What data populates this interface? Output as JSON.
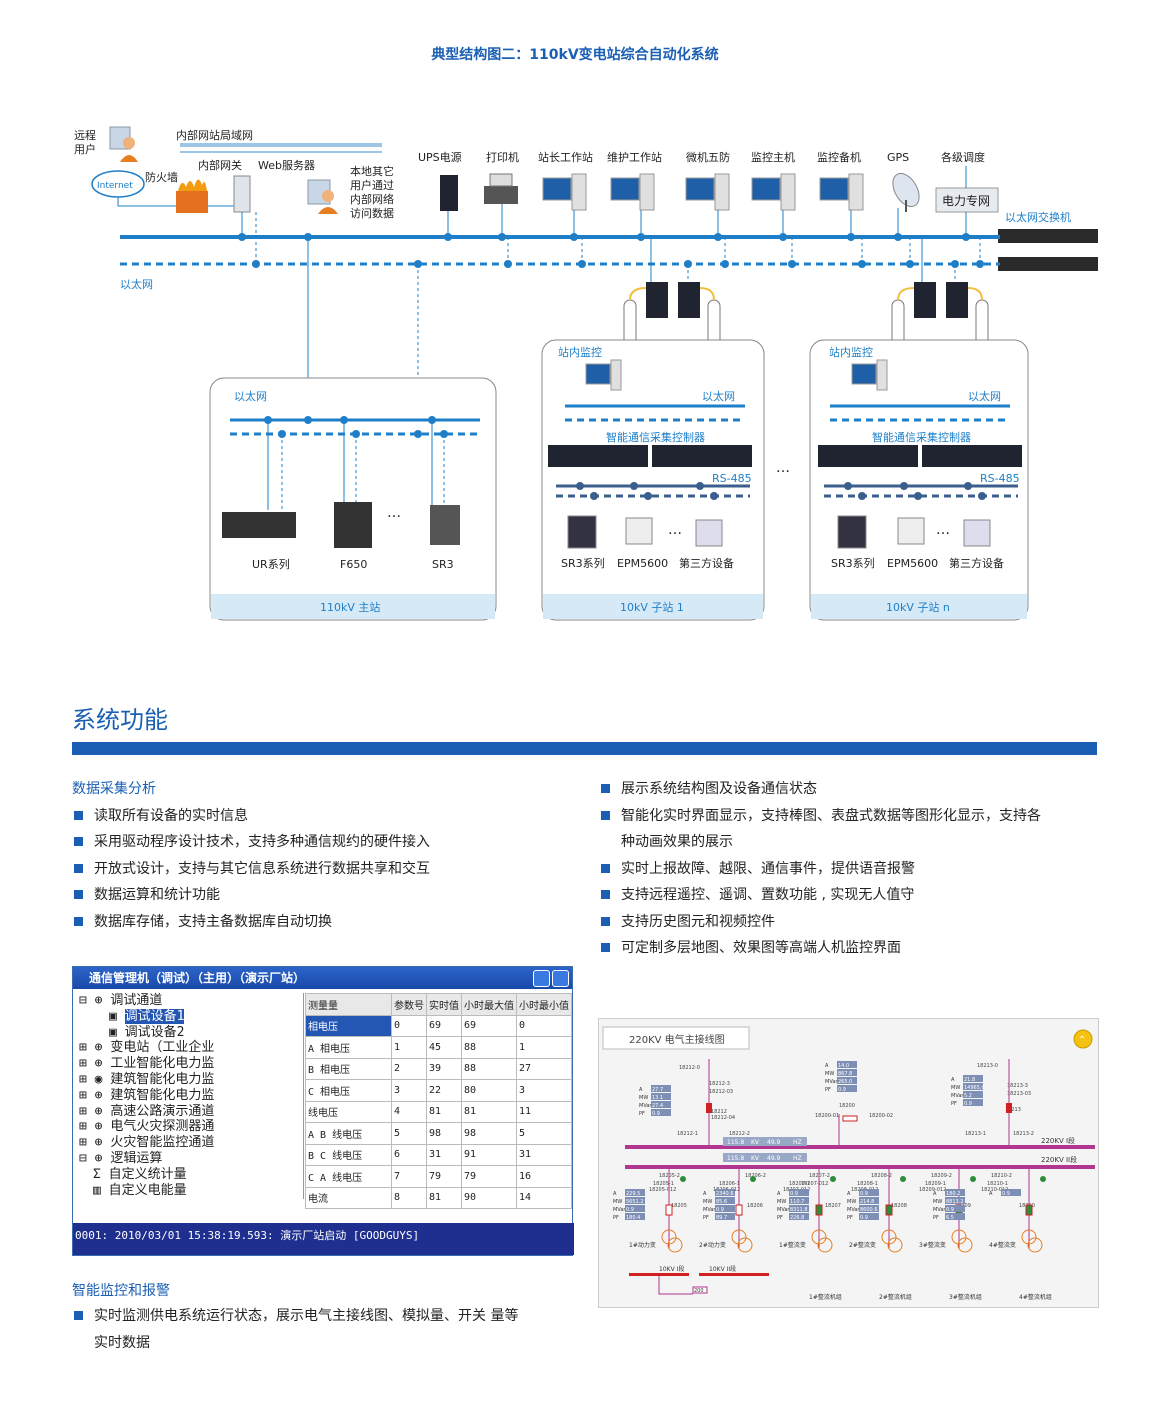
{
  "diagram": {
    "title": "典型结构图二：110kV变电站综合自动化系统",
    "remote_user": [
      "远程",
      "用户"
    ],
    "internet": "Internet",
    "firewall": "防火墙",
    "lan": "内部网站局域网",
    "gateway": "内部网关",
    "web_server": "Web服务器",
    "local_users": [
      "本地其它",
      "用户通过",
      "内部网络",
      "访问数据"
    ],
    "devices": [
      "UPS电源",
      "打印机",
      "站长工作站",
      "维护工作站",
      "微机五防",
      "监控主机",
      "监控备机",
      "GPS",
      "各级调度"
    ],
    "power_net": "电力专网",
    "eth_switch": "以太网交换机",
    "ethernet": "以太网",
    "station_monitor": "站内监控",
    "controller": "智能通信采集控制器",
    "rs485": "RS-485",
    "main_station": {
      "ethernet": "以太网",
      "devices": [
        "UR系列",
        "F650",
        "SR3"
      ],
      "name": "110kV 主站"
    },
    "sub1": {
      "devices": [
        "SR3系列",
        "EPM5600",
        "第三方设备"
      ],
      "name": "10kV 子站 1"
    },
    "subn": {
      "devices": [
        "SR3系列",
        "EPM5600",
        "第三方设备"
      ],
      "name": "10kV 子站 n"
    },
    "ellipsis": "…",
    "ellipsis2": "…"
  },
  "section": {
    "title": "系统功能",
    "left_heading": "数据采集分析",
    "left_items": [
      "读取所有设备的实时信息",
      "采用驱动程序设计技术，支持多种通信规约的硬件接入",
      "开放式设计，支持与其它信息系统进行数据共享和交互",
      "数据运算和统计功能",
      "数据库存储，支持主备数据库自动切换"
    ],
    "right_items": [
      {
        "text": "展示系统结构图及设备通信状态"
      },
      {
        "text": "智能化实时界面显示，支持棒图、表盘式数据等图形化显示，支持各",
        "cont": "种动画效果的展示"
      },
      {
        "text": "实时上报故障、越限、通信事件，提供语音报警"
      },
      {
        "text": "支持远程遥控、遥调、置数功能 , 实现无人值守"
      },
      {
        "text": "支持历史图元和视频控件"
      },
      {
        "text": "可定制多层地图、效果图等高端人机监控界面"
      }
    ],
    "heading2": "智能监控和报警",
    "item2": "实时监测供电系统运行状态，展示电气主接线图、模拟量、开关 量等",
    "item2_cont": "实时数据"
  },
  "window": {
    "title": "通信管理机（调试）（主用）（演示厂站）",
    "tree": [
      {
        "label": "调试通道",
        "level": 0
      },
      {
        "label": "调试设备1",
        "level": 1,
        "selected": true
      },
      {
        "label": "调试设备2",
        "level": 1
      },
      {
        "label": "变电站（工业企业",
        "level": 0
      },
      {
        "label": "工业智能化电力监",
        "level": 0
      },
      {
        "label": "建筑智能化电力监",
        "level": 0
      },
      {
        "label": "建筑智能化电力监",
        "level": 0
      },
      {
        "label": "高速公路演示通道",
        "level": 0
      },
      {
        "label": "电气火灾探测器通",
        "level": 0
      },
      {
        "label": "火灾智能监控通道",
        "level": 0
      },
      {
        "label": "逻辑运算",
        "level": 0
      },
      {
        "label": "自定义统计量",
        "level": 1
      },
      {
        "label": "自定义电能量",
        "level": 1
      }
    ],
    "columns": [
      "测量量",
      "参数号",
      "实时值",
      "小时最大值",
      "小时最小值"
    ],
    "rows": [
      [
        "相电压",
        "0",
        "69",
        "69",
        "0"
      ],
      [
        "A 相电压",
        "1",
        "45",
        "88",
        "1"
      ],
      [
        "B 相电压",
        "2",
        "39",
        "88",
        "27"
      ],
      [
        "C 相电压",
        "3",
        "22",
        "80",
        "3"
      ],
      [
        "线电压",
        "4",
        "81",
        "81",
        "11"
      ],
      [
        "A B 线电压",
        "5",
        "98",
        "98",
        "5"
      ],
      [
        "B C 线电压",
        "6",
        "31",
        "91",
        "31"
      ],
      [
        "C A 线电压",
        "7",
        "79",
        "79",
        "16"
      ],
      [
        "电流",
        "8",
        "81",
        "90",
        "14"
      ]
    ],
    "status": "0001: 2010/03/01 15:38:19.593: 演示厂站启动 [GOODGUYS]"
  },
  "scada": {
    "title": "220KV 电气主接线图",
    "bus1": "220KV I段",
    "bus2": "220KV II段",
    "feeders": [
      "1#动力变",
      "2#动力变",
      "1#整流变",
      "2#整流变",
      "3#整流变",
      "4#整流变"
    ],
    "units": [
      "1#整流机组",
      "2#整流机组",
      "3#整流机组",
      "4#整流机组"
    ],
    "lv_bus": [
      "10KV I段",
      "10KV II段"
    ],
    "switch_labels": [
      "18212-0",
      "18213-0",
      "18200",
      "18200-01",
      "18200-02",
      "18212-1",
      "18212-2",
      "18213-1",
      "18213-2",
      "18205-2",
      "18206-2",
      "18207-2",
      "18208-2",
      "18209-2",
      "18210-2",
      "18205",
      "18206",
      "18207",
      "18208",
      "18209",
      "18210",
      "18212",
      "18213",
      "18205-012",
      "18206-012",
      "18207-012",
      "18208-012",
      "18209-012",
      "18210-012",
      "18212-3",
      "18212-03",
      "18212-04",
      "18213-3",
      "18213-03",
      "18205-1",
      "18206-1",
      "18207-1",
      "18208-1",
      "18209-1",
      "18210-1",
      "18207-012"
    ],
    "params": [
      "A",
      "MW",
      "MVar",
      "PF"
    ],
    "readouts": [
      "27.7",
      "13.1",
      "27.4",
      "0.9",
      "14.0",
      "867.8",
      "265.0",
      "0.9",
      "21.8",
      "14965.0",
      "5.2",
      "0.9",
      "229.5",
      "5651.2",
      "0.9",
      "180.4",
      "2340.6",
      "85.6",
      "0.9",
      "89.7",
      "0.9",
      "110.7",
      "8311.8",
      "226.8",
      "0.9",
      "214.8",
      "8600.6",
      "0.9",
      "180.2",
      "8813.2",
      "0.9",
      "6.5",
      "0.9"
    ],
    "kv_readouts": [
      "115.8",
      "KV",
      "49.9",
      "HZ",
      "115.8",
      "KV",
      "49.9",
      "HZ"
    ],
    "lv_switch": "200"
  }
}
